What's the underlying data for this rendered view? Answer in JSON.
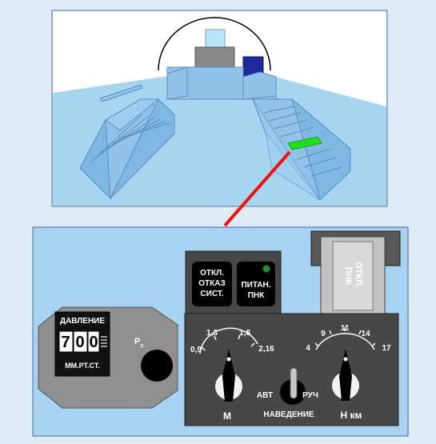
{
  "cockpit_view": {
    "colors": {
      "sky": "#ffffff",
      "floor": "#a9d8ef",
      "panel_face": "#8fc3ea",
      "highlight": "#22dd22",
      "canopy_block": "#1f2a9a"
    }
  },
  "pointer": {
    "color": "#ee1111"
  },
  "pressure_gauge": {
    "title": "ДАВЛЕНИЕ",
    "value_digits": [
      "7",
      "0",
      "0"
    ],
    "unit": "ММ.РТ.СТ.",
    "knob_label": "Р",
    "knob_subscript": "з"
  },
  "button_otkl_otkaz": {
    "lines": [
      "ОТКЛ.",
      "ОТКАЗ",
      "СИСТ."
    ]
  },
  "button_pitan": {
    "lines": [
      "ПИТАН.",
      "ПНК"
    ],
    "lamp_color": "#1e8f2e"
  },
  "switch_otkl_pnk": {
    "lines": [
      "ОТКЛ.",
      "ПНК"
    ]
  },
  "guidance_panel": {
    "mach_dial": {
      "ticks": [
        "0,9",
        "1,3",
        "1,8",
        "2,16"
      ],
      "label": "М"
    },
    "altitude_dial": {
      "ticks": [
        "4",
        "9",
        "11",
        "14",
        "17"
      ],
      "label": "Н км"
    },
    "mode_switch": {
      "left": "АВТ",
      "right": "РУЧ",
      "title": "НАВЕДЕНИЕ"
    }
  },
  "colors": {
    "panel_blue": "#a7d2f1",
    "panel_gray": "#b6b6b6",
    "dark_block": "#444444",
    "outline": "#4a6a9a"
  }
}
